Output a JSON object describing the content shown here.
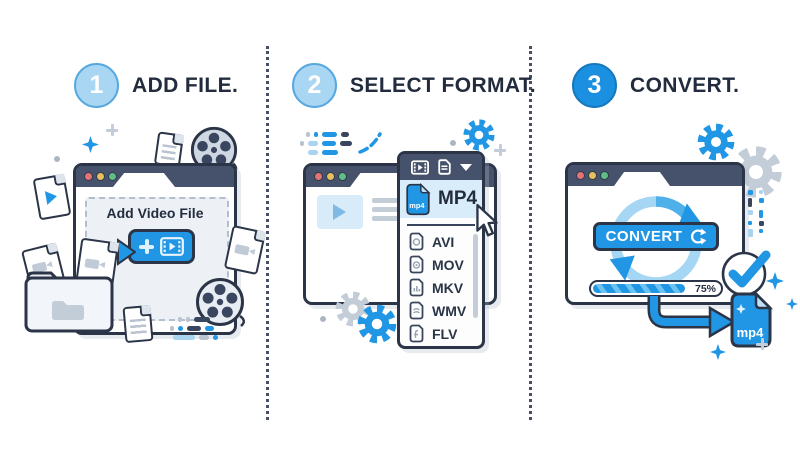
{
  "steps": [
    {
      "number": "1",
      "title": "ADD FILE."
    },
    {
      "number": "2",
      "title": "SELECT FORMAT."
    },
    {
      "number": "3",
      "title": "CONVERT."
    }
  ],
  "step1": {
    "dropzone_label": "Add Video File"
  },
  "step2": {
    "selected_format": {
      "icon_label": "mp4",
      "label": "MP4"
    },
    "formats": [
      {
        "label": "AVI"
      },
      {
        "label": "MOV"
      },
      {
        "label": "MKV"
      },
      {
        "label": "WMV"
      },
      {
        "label": "FLV"
      }
    ]
  },
  "step3": {
    "convert_button": "CONVERT",
    "progress_label": "75%",
    "output_file_label": "mp4"
  },
  "colors": {
    "primary_blue": "#2196e4",
    "light_blue": "#a9d6f2",
    "highlight_blue": "#d9ecf9",
    "navy_outline": "#2b3547",
    "header_slate": "#46526b",
    "gray_icon": "#c3cdd8"
  }
}
